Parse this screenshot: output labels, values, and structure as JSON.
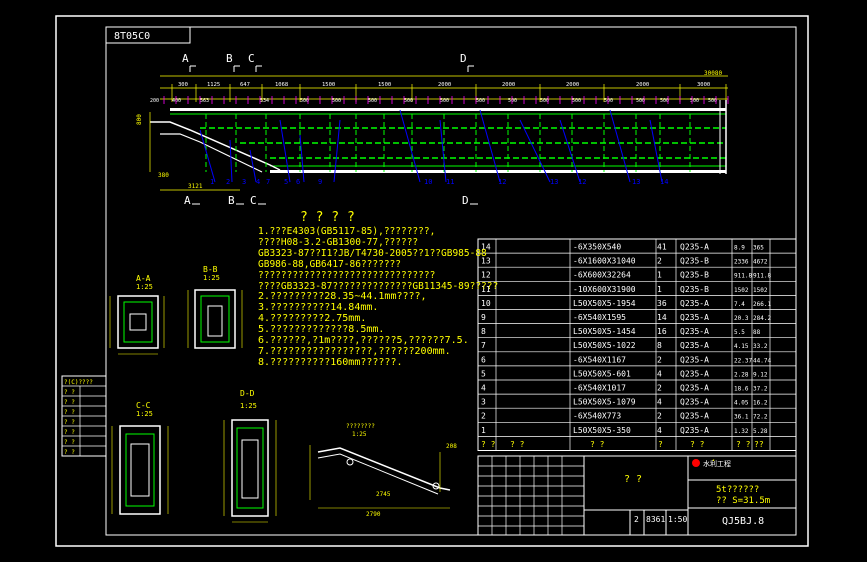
{
  "drawing": {
    "frame_code": "8T05C0",
    "title": "? ? ? ?",
    "drawing_no": "QJ5BJ.8",
    "scale": "1:50",
    "weight": "8361",
    "sheet_count": "2",
    "company": "水利工程",
    "product_line1": "5t??????",
    "product_line2": "?? S=31.5m",
    "name_cell": "? ?",
    "table_footer": "? ?",
    "detail_title": "????????",
    "detail_scale": "1:25",
    "detail_dim": "208",
    "detail_bottom": "2790",
    "detail_label2": "2745"
  },
  "notes": [
    "1.???E4303(GB5117-85),????????,",
    "  ????H08-3.2-GB1300-77,??????",
    "  GB3323-87??I1?JB/T4730-2005??1??GB985-88",
    "  GB986-88,GB6417-86???????",
    "  ???????????????????????????????",
    "  ????GB3323-87??????????????GB11345-89?????",
    "2.?????????28.35~44.1mm????,",
    "3.??????????14.84mm.",
    "4.?????????2.75mm.",
    "5.?????????????8.5mm.",
    "6.??????,?1m????,??????5,??????7.5.",
    "7.?????????????????,??????200mm.",
    "8.??????????160mm??????."
  ],
  "sections": {
    "top": [
      "A",
      "B",
      "C",
      "D"
    ],
    "bottom": [
      "A",
      "B",
      "C",
      "D"
    ],
    "AA": {
      "title": "A-A",
      "scale": "1:25"
    },
    "BB": {
      "title": "B-B",
      "scale": "1:25"
    },
    "CC": {
      "title": "C-C",
      "scale": "1:25"
    },
    "DD": {
      "title": "D-D",
      "scale": "1:25"
    }
  },
  "dimensions": {
    "overall": "30080",
    "segments": [
      "300",
      "1125",
      "647",
      "1068",
      "1500",
      "1500",
      "2000",
      "2000",
      "2000",
      "2000",
      "3000"
    ],
    "spacing": [
      "200",
      "400",
      "563",
      "534",
      "500",
      "500",
      "500",
      "500",
      "500",
      "500",
      "500",
      "500",
      "500",
      "500",
      "500",
      "500",
      "500",
      "500"
    ],
    "left_h": "800",
    "left_v": "380",
    "left_bottom": "3121"
  },
  "bom": {
    "rows": [
      {
        "no": "14",
        "spec": "-6X350X540",
        "qty": "41",
        "mat": "Q235-A",
        "w1": "8.9",
        "w2": "365"
      },
      {
        "no": "13",
        "spec": "-6X1600X31040",
        "qty": "2",
        "mat": "Q235-B",
        "w1": "2336",
        "w2": "4672"
      },
      {
        "no": "12",
        "spec": "-6X600X32264",
        "qty": "1",
        "mat": "Q235-B",
        "w1": "911.8",
        "w2": "911.8"
      },
      {
        "no": "11",
        "spec": "-10X600X31900",
        "qty": "1",
        "mat": "Q235-B",
        "w1": "1502",
        "w2": "1502"
      },
      {
        "no": "10",
        "spec": "L50X50X5-1954",
        "qty": "36",
        "mat": "Q235-A",
        "w1": "7.4",
        "w2": "266.1"
      },
      {
        "no": "9",
        "spec": "-6X540X1595",
        "qty": "14",
        "mat": "Q235-A",
        "w1": "20.3",
        "w2": "284.2"
      },
      {
        "no": "8",
        "spec": "L50X50X5-1454",
        "qty": "16",
        "mat": "Q235-A",
        "w1": "5.5",
        "w2": "88"
      },
      {
        "no": "7",
        "spec": "L50X50X5-1022",
        "qty": "8",
        "mat": "Q235-A",
        "w1": "4.15",
        "w2": "33.2"
      },
      {
        "no": "6",
        "spec": "-6X540X1167",
        "qty": "2",
        "mat": "Q235-A",
        "w1": "22.37",
        "w2": "44.74"
      },
      {
        "no": "5",
        "spec": "L50X50X5-601",
        "qty": "4",
        "mat": "Q235-A",
        "w1": "2.28",
        "w2": "9.12"
      },
      {
        "no": "4",
        "spec": "-6X540X1017",
        "qty": "2",
        "mat": "Q235-A",
        "w1": "18.6",
        "w2": "37.2"
      },
      {
        "no": "3",
        "spec": "L50X50X5-1079",
        "qty": "4",
        "mat": "Q235-A",
        "w1": "4.05",
        "w2": "16.2"
      },
      {
        "no": "2",
        "spec": "-6X540X773",
        "qty": "2",
        "mat": "Q235-A",
        "w1": "36.1",
        "w2": "72.2"
      },
      {
        "no": "1",
        "spec": "L50X50X5-350",
        "qty": "4",
        "mat": "Q235-A",
        "w1": "1.32",
        "w2": "5.28"
      }
    ],
    "header": [
      "? ?",
      "? ?",
      "? ?",
      "?",
      "? ?",
      "? ?",
      "??"
    ]
  },
  "revision_block": [
    "?(C)????",
    "?    ?",
    "?    ?",
    "?    ?",
    "?    ?",
    "?    ?",
    "?    ?",
    "?    ?"
  ],
  "colors": {
    "background": "#000000",
    "frame": "#ffffff",
    "dim": "#ffff00",
    "steel": "#00ff00",
    "leader": "#0000ff",
    "section": "#00ffff",
    "center": "#ff0000",
    "magenta": "#ff00ff"
  }
}
